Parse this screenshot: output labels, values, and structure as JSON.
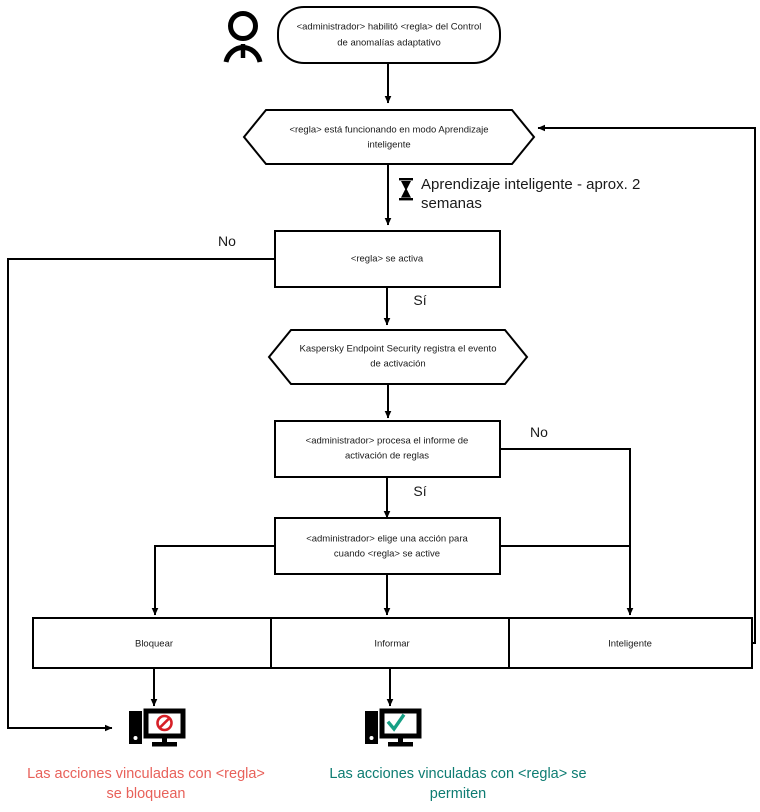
{
  "diagram": {
    "title": "Control de anomalias adaptativo - flujo de regla",
    "colors": {
      "stroke": "#000000",
      "fill": "#ffffff",
      "block_caption": "#e8615a",
      "allow_caption": "#0d7c72",
      "deny_icon": "#d62027",
      "check_icon": "#16a085"
    },
    "actor": {
      "name": "person-icon"
    },
    "nodes": {
      "start": {
        "shape": "rounded-rect",
        "line1": "<administrador> habilitó <regla> del Control",
        "line2": "de anomalías adaptativo"
      },
      "learning_mode": {
        "shape": "hexagon",
        "line1": "<regla> está funcionando en modo Aprendizaje",
        "line2": "inteligente"
      },
      "rule_triggers": {
        "shape": "rect",
        "line1": "<regla> se activa",
        "line2": ""
      },
      "kes_logs_event": {
        "shape": "hexagon",
        "line1": "Kaspersky Endpoint Security registra el evento",
        "line2": "de activación"
      },
      "admin_processes_report": {
        "shape": "rect",
        "line1": "<administrador> procesa el informe de",
        "line2": "activación de reglas"
      },
      "admin_chooses_action": {
        "shape": "rect",
        "line1": "<administrador> elige una acción para",
        "line2": "cuando <regla> se active"
      },
      "action_block": {
        "shape": "rect",
        "line1": "Bloquear",
        "line2": ""
      },
      "action_inform": {
        "shape": "rect",
        "line1": "Informar",
        "line2": ""
      },
      "action_smart": {
        "shape": "rect",
        "line1": "Inteligente",
        "line2": ""
      }
    },
    "note": {
      "icon": "hourglass-icon",
      "line1": "Aprendizaje inteligente - aprox. 2",
      "line2": "semanas"
    },
    "edge_labels": {
      "trigger_no": "No",
      "trigger_yes": "Sí",
      "report_no": "No",
      "report_yes": "Sí"
    },
    "endpoints": {
      "blocked": {
        "icon": "computer-blocked-icon",
        "caption_line1": "Las acciones vinculadas con <regla>",
        "caption_line2": "se bloquean"
      },
      "allowed": {
        "icon": "computer-allowed-icon",
        "caption_line1": "Las acciones vinculadas con <regla> se",
        "caption_line2": "permiten"
      }
    }
  }
}
